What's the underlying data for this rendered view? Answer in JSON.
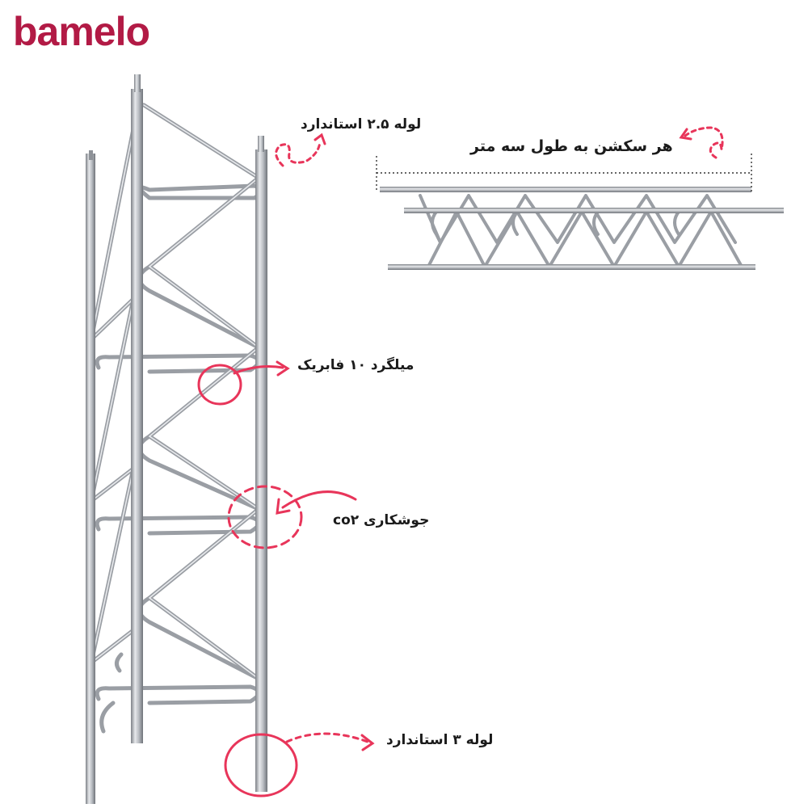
{
  "brand": {
    "name": "bamelo",
    "color": "#b21a45"
  },
  "annotations": {
    "pipe_top": "لوله ۲.۵ استاندارد",
    "section_length": "هر سکشن به طول سه متر",
    "rebar": "میلگرد ۱۰ فابریک",
    "weld": "جوشکاری  co۲",
    "pipe_bottom": "لوله ۳ استاندارد"
  },
  "colors": {
    "accent": "#e8355a",
    "steel": "#8e9298",
    "steel_light": "#d4d7dc"
  }
}
